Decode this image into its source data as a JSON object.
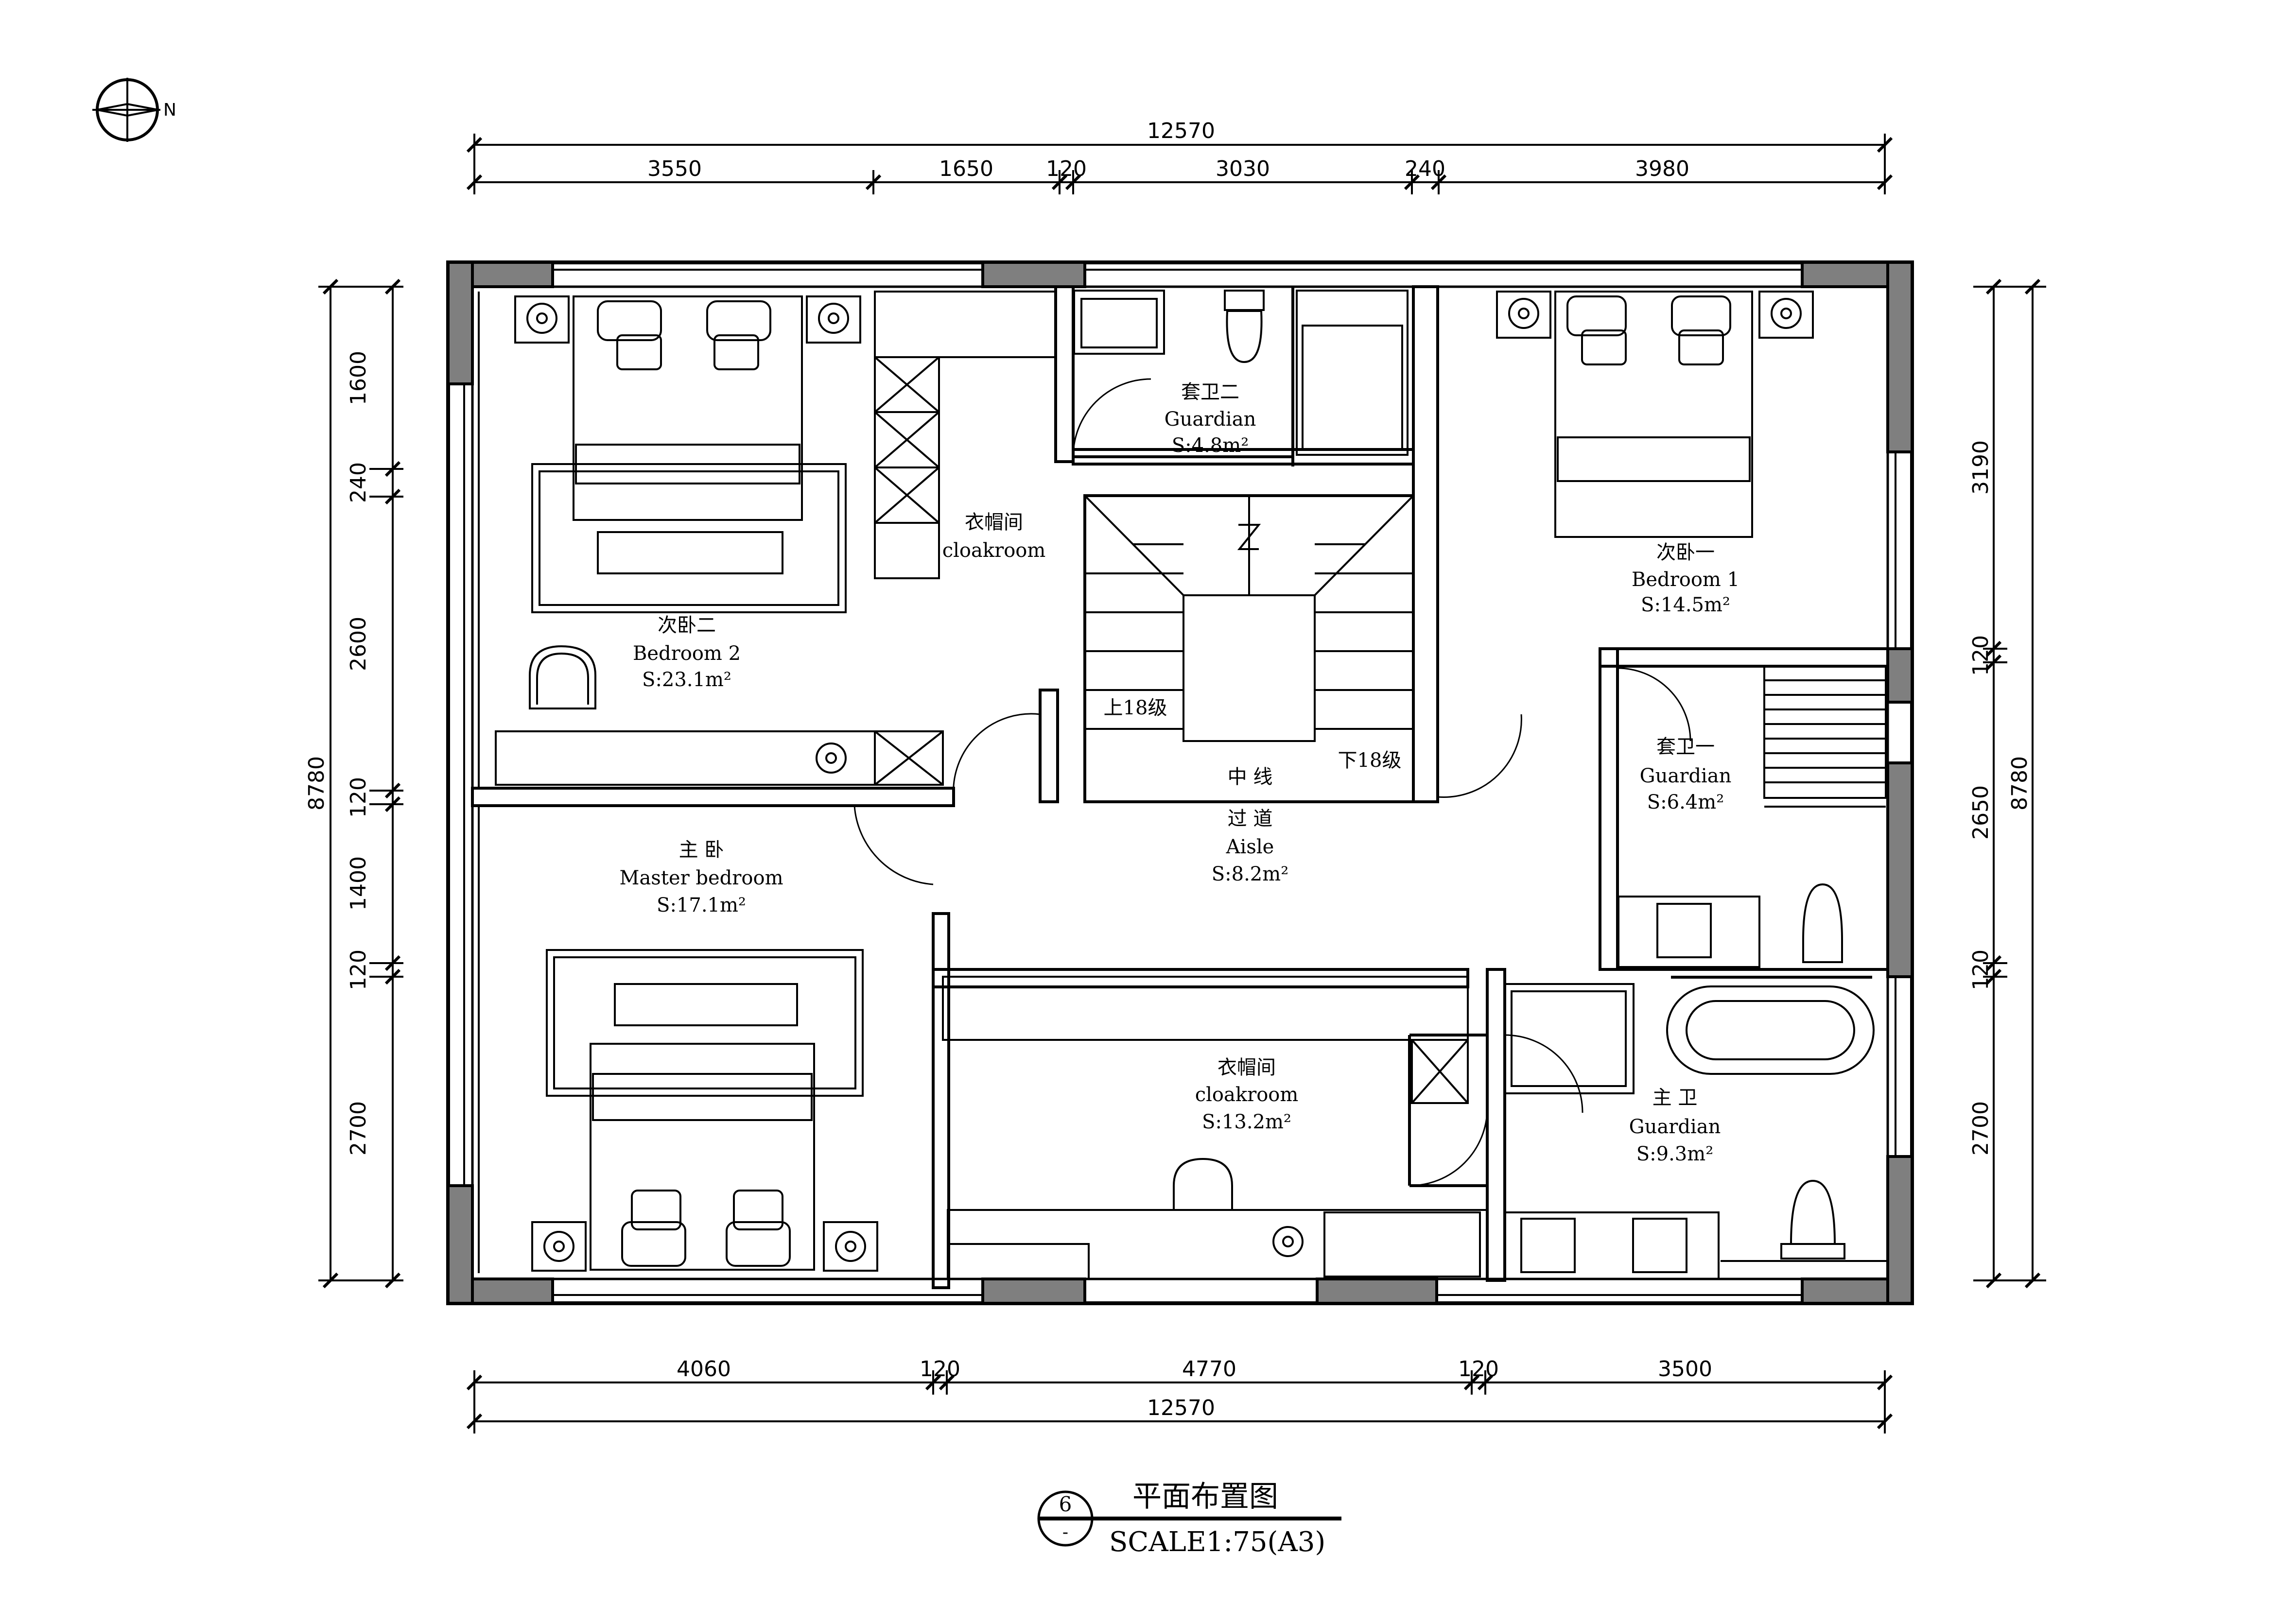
{
  "drawing": {
    "title": "平面布置图",
    "scale": "SCALE1:75(A3)",
    "index_number": "6",
    "index_sub": "-",
    "north_label": "N"
  },
  "dimensions": {
    "top_total": "12570",
    "top_segments": [
      "3550",
      "1650",
      "120",
      "3030",
      "240",
      "3980"
    ],
    "bottom_total": "12570",
    "bottom_segments": [
      "4060",
      "120",
      "4770",
      "120",
      "3500"
    ],
    "left_total": "8780",
    "left_segments": [
      "1600",
      "240",
      "2600",
      "120",
      "1400",
      "120",
      "2700"
    ],
    "right_total": "8780",
    "right_segments": [
      "3190",
      "120",
      "2650",
      "120",
      "2700"
    ]
  },
  "rooms": {
    "bedroom2": {
      "cn": "次卧二",
      "en": "Bedroom 2",
      "area": "S:23.1m²"
    },
    "cloak1": {
      "cn": "衣帽间",
      "en": "cloakroom"
    },
    "guest_bath2": {
      "cn": "套卫二",
      "en": "Guardian",
      "area": "S:4.8m²"
    },
    "bedroom1": {
      "cn": "次卧一",
      "en": "Bedroom 1",
      "area": "S:14.5m²"
    },
    "master": {
      "cn": "主 卧",
      "en": "Master bedroom",
      "area": "S:17.1m²"
    },
    "aisle": {
      "cn1": "中 线",
      "cn2": "过 道",
      "en": "Aisle",
      "area": "S:8.2m²"
    },
    "guest_bath1": {
      "cn": "套卫一",
      "en": "Guardian",
      "area": "S:6.4m²"
    },
    "cloak2": {
      "cn": "衣帽间",
      "en": "cloakroom",
      "area": "S:13.2m²"
    },
    "master_bath": {
      "cn": "主 卫",
      "en": "Guardian",
      "area": "S:9.3m²"
    }
  },
  "stairs": {
    "up": "上18级",
    "down": "下18级"
  }
}
